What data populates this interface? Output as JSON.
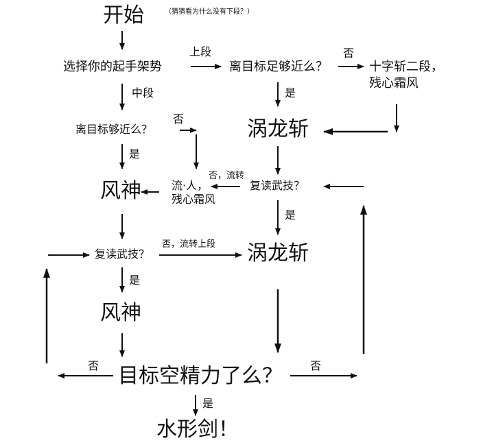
{
  "title": "开始",
  "note": "（猜猜看为什么没有下段？）",
  "nodes": {
    "choose": "选择你的起手架势",
    "near_upper": "离目标足够近么？",
    "cross_slash_1": "十字斩二段，",
    "cross_slash_2": "残心霜风",
    "near_mid": "离目标够近么？",
    "whirl_1": "涡龙斩",
    "fengshen_1": "风神",
    "liu_1": "流·人，",
    "liu_2": "残心霜风",
    "repeat_1": "复读武技？",
    "repeat_2": "复读武技？",
    "whirl_2": "涡龙斩",
    "fengshen_2": "风神",
    "stamina": "目标空精力了么？",
    "water": "水形剑！"
  },
  "labels": {
    "upper": "上段",
    "middle": "中段",
    "no": "否",
    "yes": "是",
    "no_flow": "否，流转",
    "no_flow_upper": "否，流转上段"
  },
  "colors": {
    "ink": "#111111",
    "background": "#ffffff"
  }
}
